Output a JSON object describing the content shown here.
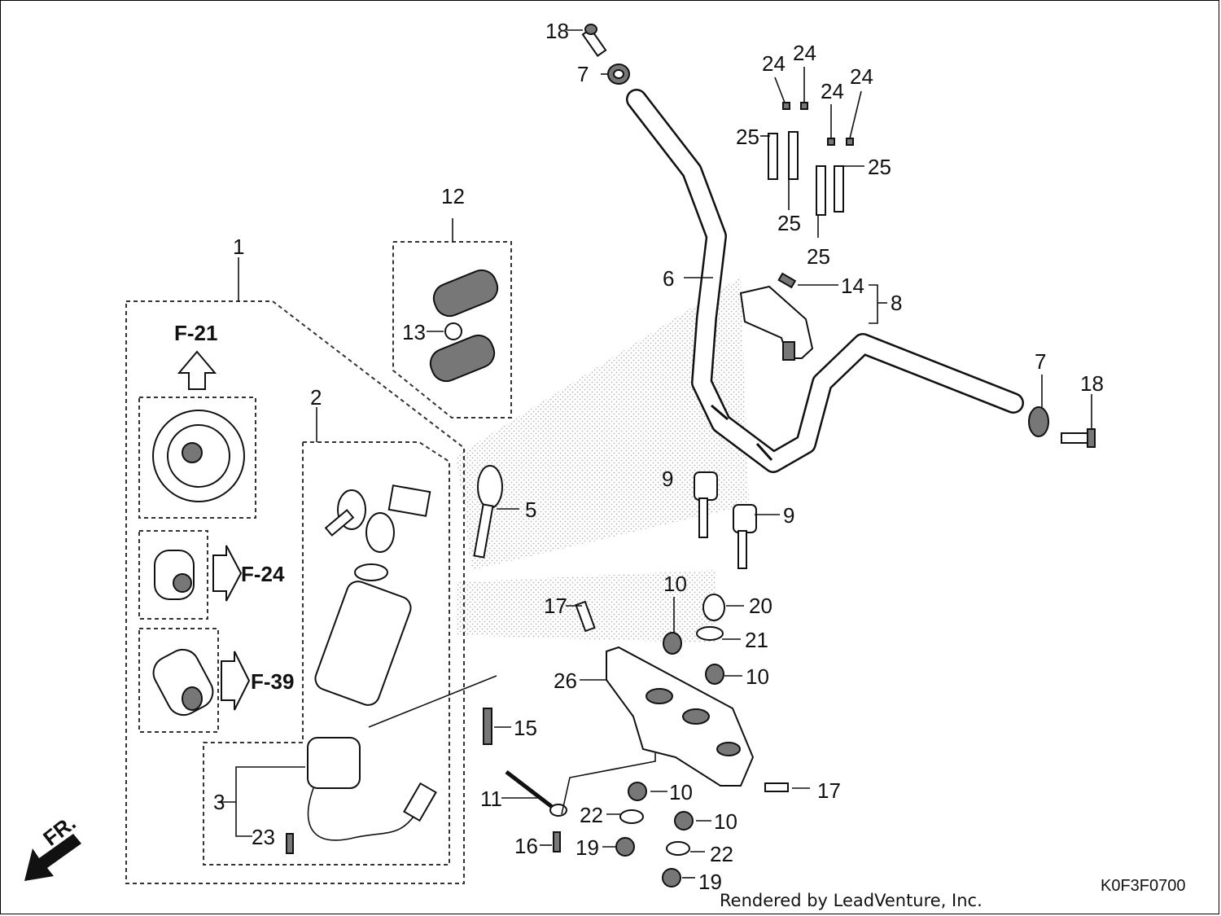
{
  "diagram": {
    "diagram_code": "K0F3F0700",
    "credit": "Rendered by LeadVenture, Inc.",
    "front_marker": "FR.",
    "callouts": [
      {
        "id": "c1",
        "num": "1"
      },
      {
        "id": "c2",
        "num": "2"
      },
      {
        "id": "c3",
        "num": "3"
      },
      {
        "id": "c5",
        "num": "5"
      },
      {
        "id": "c6",
        "num": "6"
      },
      {
        "id": "c7a",
        "num": "7"
      },
      {
        "id": "c7b",
        "num": "7"
      },
      {
        "id": "c8",
        "num": "8"
      },
      {
        "id": "c9a",
        "num": "9"
      },
      {
        "id": "c9b",
        "num": "9"
      },
      {
        "id": "c10a",
        "num": "10"
      },
      {
        "id": "c10b",
        "num": "10"
      },
      {
        "id": "c10c",
        "num": "10"
      },
      {
        "id": "c10d",
        "num": "10"
      },
      {
        "id": "c11",
        "num": "11"
      },
      {
        "id": "c12",
        "num": "12"
      },
      {
        "id": "c13",
        "num": "13"
      },
      {
        "id": "c14",
        "num": "14"
      },
      {
        "id": "c15",
        "num": "15"
      },
      {
        "id": "c16",
        "num": "16"
      },
      {
        "id": "c17a",
        "num": "17"
      },
      {
        "id": "c17b",
        "num": "17"
      },
      {
        "id": "c18a",
        "num": "18"
      },
      {
        "id": "c18b",
        "num": "18"
      },
      {
        "id": "c19a",
        "num": "19"
      },
      {
        "id": "c19b",
        "num": "19"
      },
      {
        "id": "c20",
        "num": "20"
      },
      {
        "id": "c21",
        "num": "21"
      },
      {
        "id": "c22a",
        "num": "22"
      },
      {
        "id": "c22b",
        "num": "22"
      },
      {
        "id": "c23",
        "num": "23"
      },
      {
        "id": "c24a",
        "num": "24"
      },
      {
        "id": "c24b",
        "num": "24"
      },
      {
        "id": "c24c",
        "num": "24"
      },
      {
        "id": "c24d",
        "num": "24"
      },
      {
        "id": "c25a",
        "num": "25"
      },
      {
        "id": "c25b",
        "num": "25"
      },
      {
        "id": "c25c",
        "num": "25"
      },
      {
        "id": "c25d",
        "num": "25"
      },
      {
        "id": "c26",
        "num": "26"
      }
    ],
    "figure_refs": [
      {
        "id": "f21",
        "ref": "F-21"
      },
      {
        "id": "f24",
        "ref": "F-24"
      },
      {
        "id": "f39",
        "ref": "F-39"
      }
    ]
  }
}
